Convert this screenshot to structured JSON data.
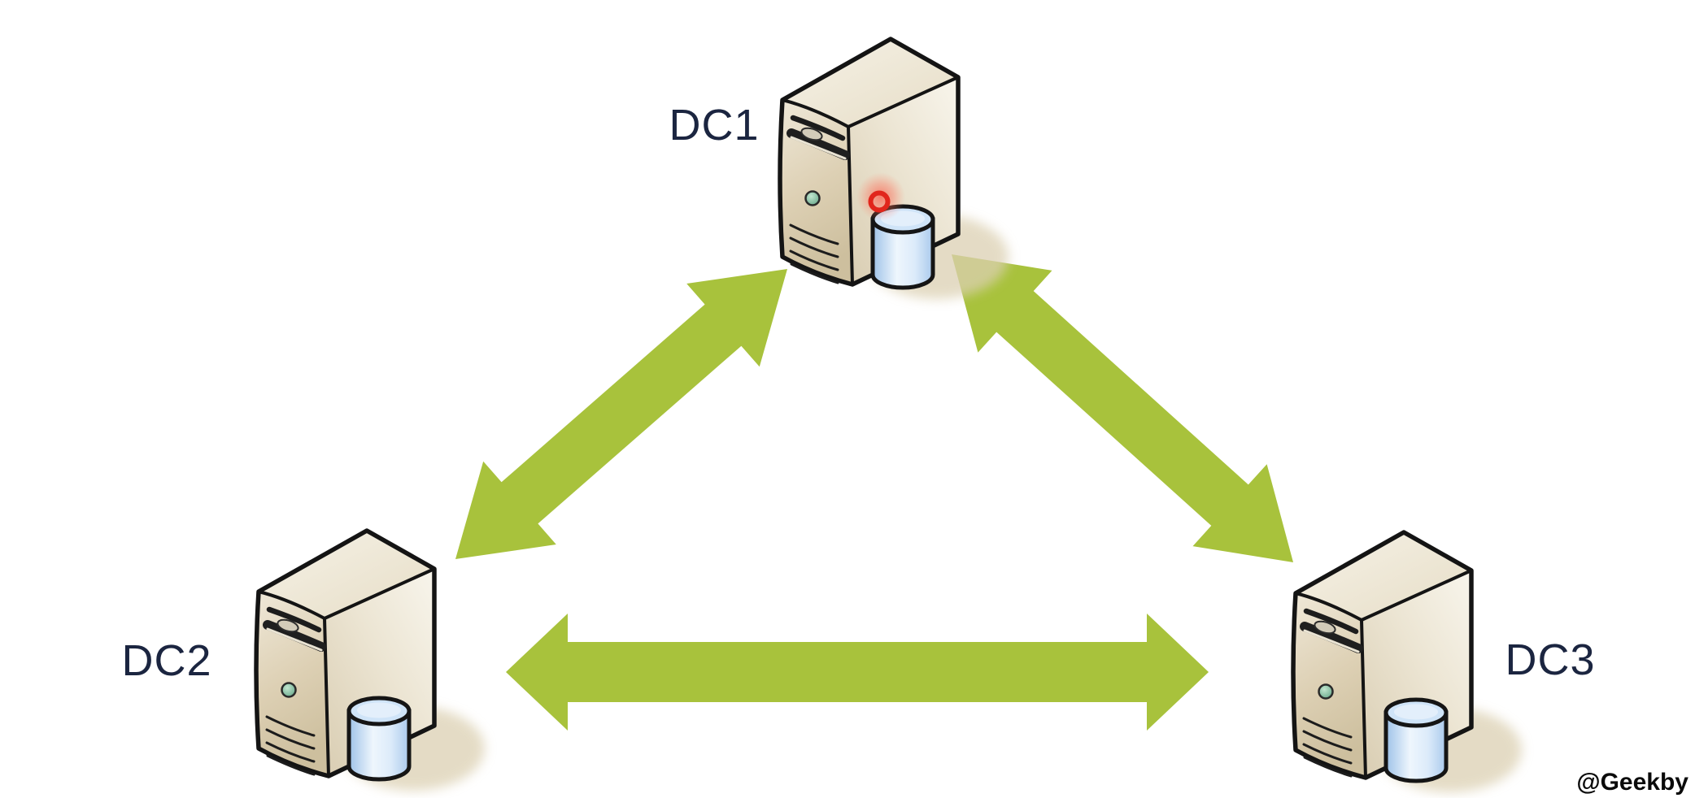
{
  "diagram": {
    "type": "network-replication-topology",
    "nodes": [
      {
        "id": "dc1",
        "label": "DC1",
        "icon": "server-with-database",
        "alert_indicator": true
      },
      {
        "id": "dc2",
        "label": "DC2",
        "icon": "server-with-database",
        "alert_indicator": false
      },
      {
        "id": "dc3",
        "label": "DC3",
        "icon": "server-with-database",
        "alert_indicator": false
      }
    ],
    "edges": [
      {
        "from": "DC1",
        "to": "DC2",
        "bidirectional": true
      },
      {
        "from": "DC1",
        "to": "DC3",
        "bidirectional": true
      },
      {
        "from": "DC2",
        "to": "DC3",
        "bidirectional": true
      }
    ],
    "watermark": "@Geekby",
    "colors": {
      "background": "#ffffff",
      "arrow": "#a8c23c",
      "label": "#1b2540",
      "watermark": "#0a0a0a",
      "outline": "#141414",
      "tower_front": "#d5c7a7",
      "tower_side": "#f0ebdc",
      "tower_top": "#f2edde",
      "database": "#c9dff5",
      "led": "#79bd9a",
      "alert": "#e1261c",
      "shadow": "#dcd0b2"
    }
  }
}
